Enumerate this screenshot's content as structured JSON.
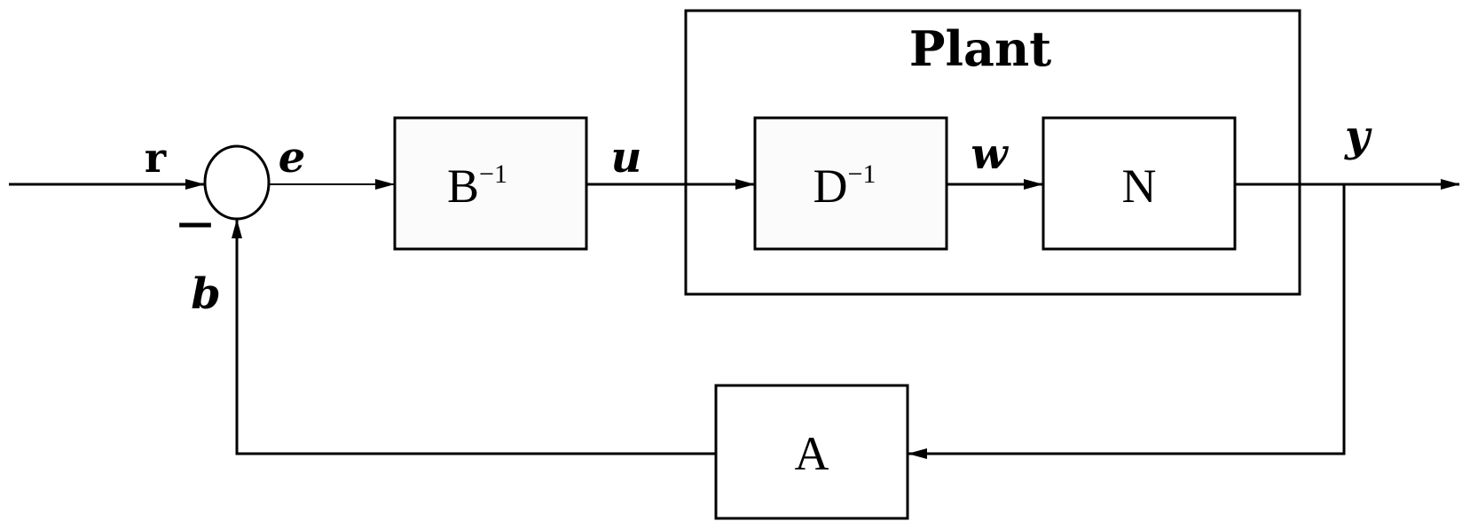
{
  "diagram": {
    "plant_title": "Plant",
    "blocks": {
      "b_inverse": {
        "base": "B",
        "sup": "−1"
      },
      "d_inverse": {
        "base": "D",
        "sup": "−1"
      },
      "n": {
        "label": "N"
      },
      "a": {
        "label": "A"
      }
    },
    "signals": {
      "r": "r",
      "e": "e",
      "u": "u",
      "w": "w",
      "y": "y",
      "b": "b"
    },
    "sum_minus_sign": "—",
    "colors": {
      "stroke": "#000000",
      "block_fill": "#fbfbfb",
      "background": "#ffffff"
    }
  }
}
